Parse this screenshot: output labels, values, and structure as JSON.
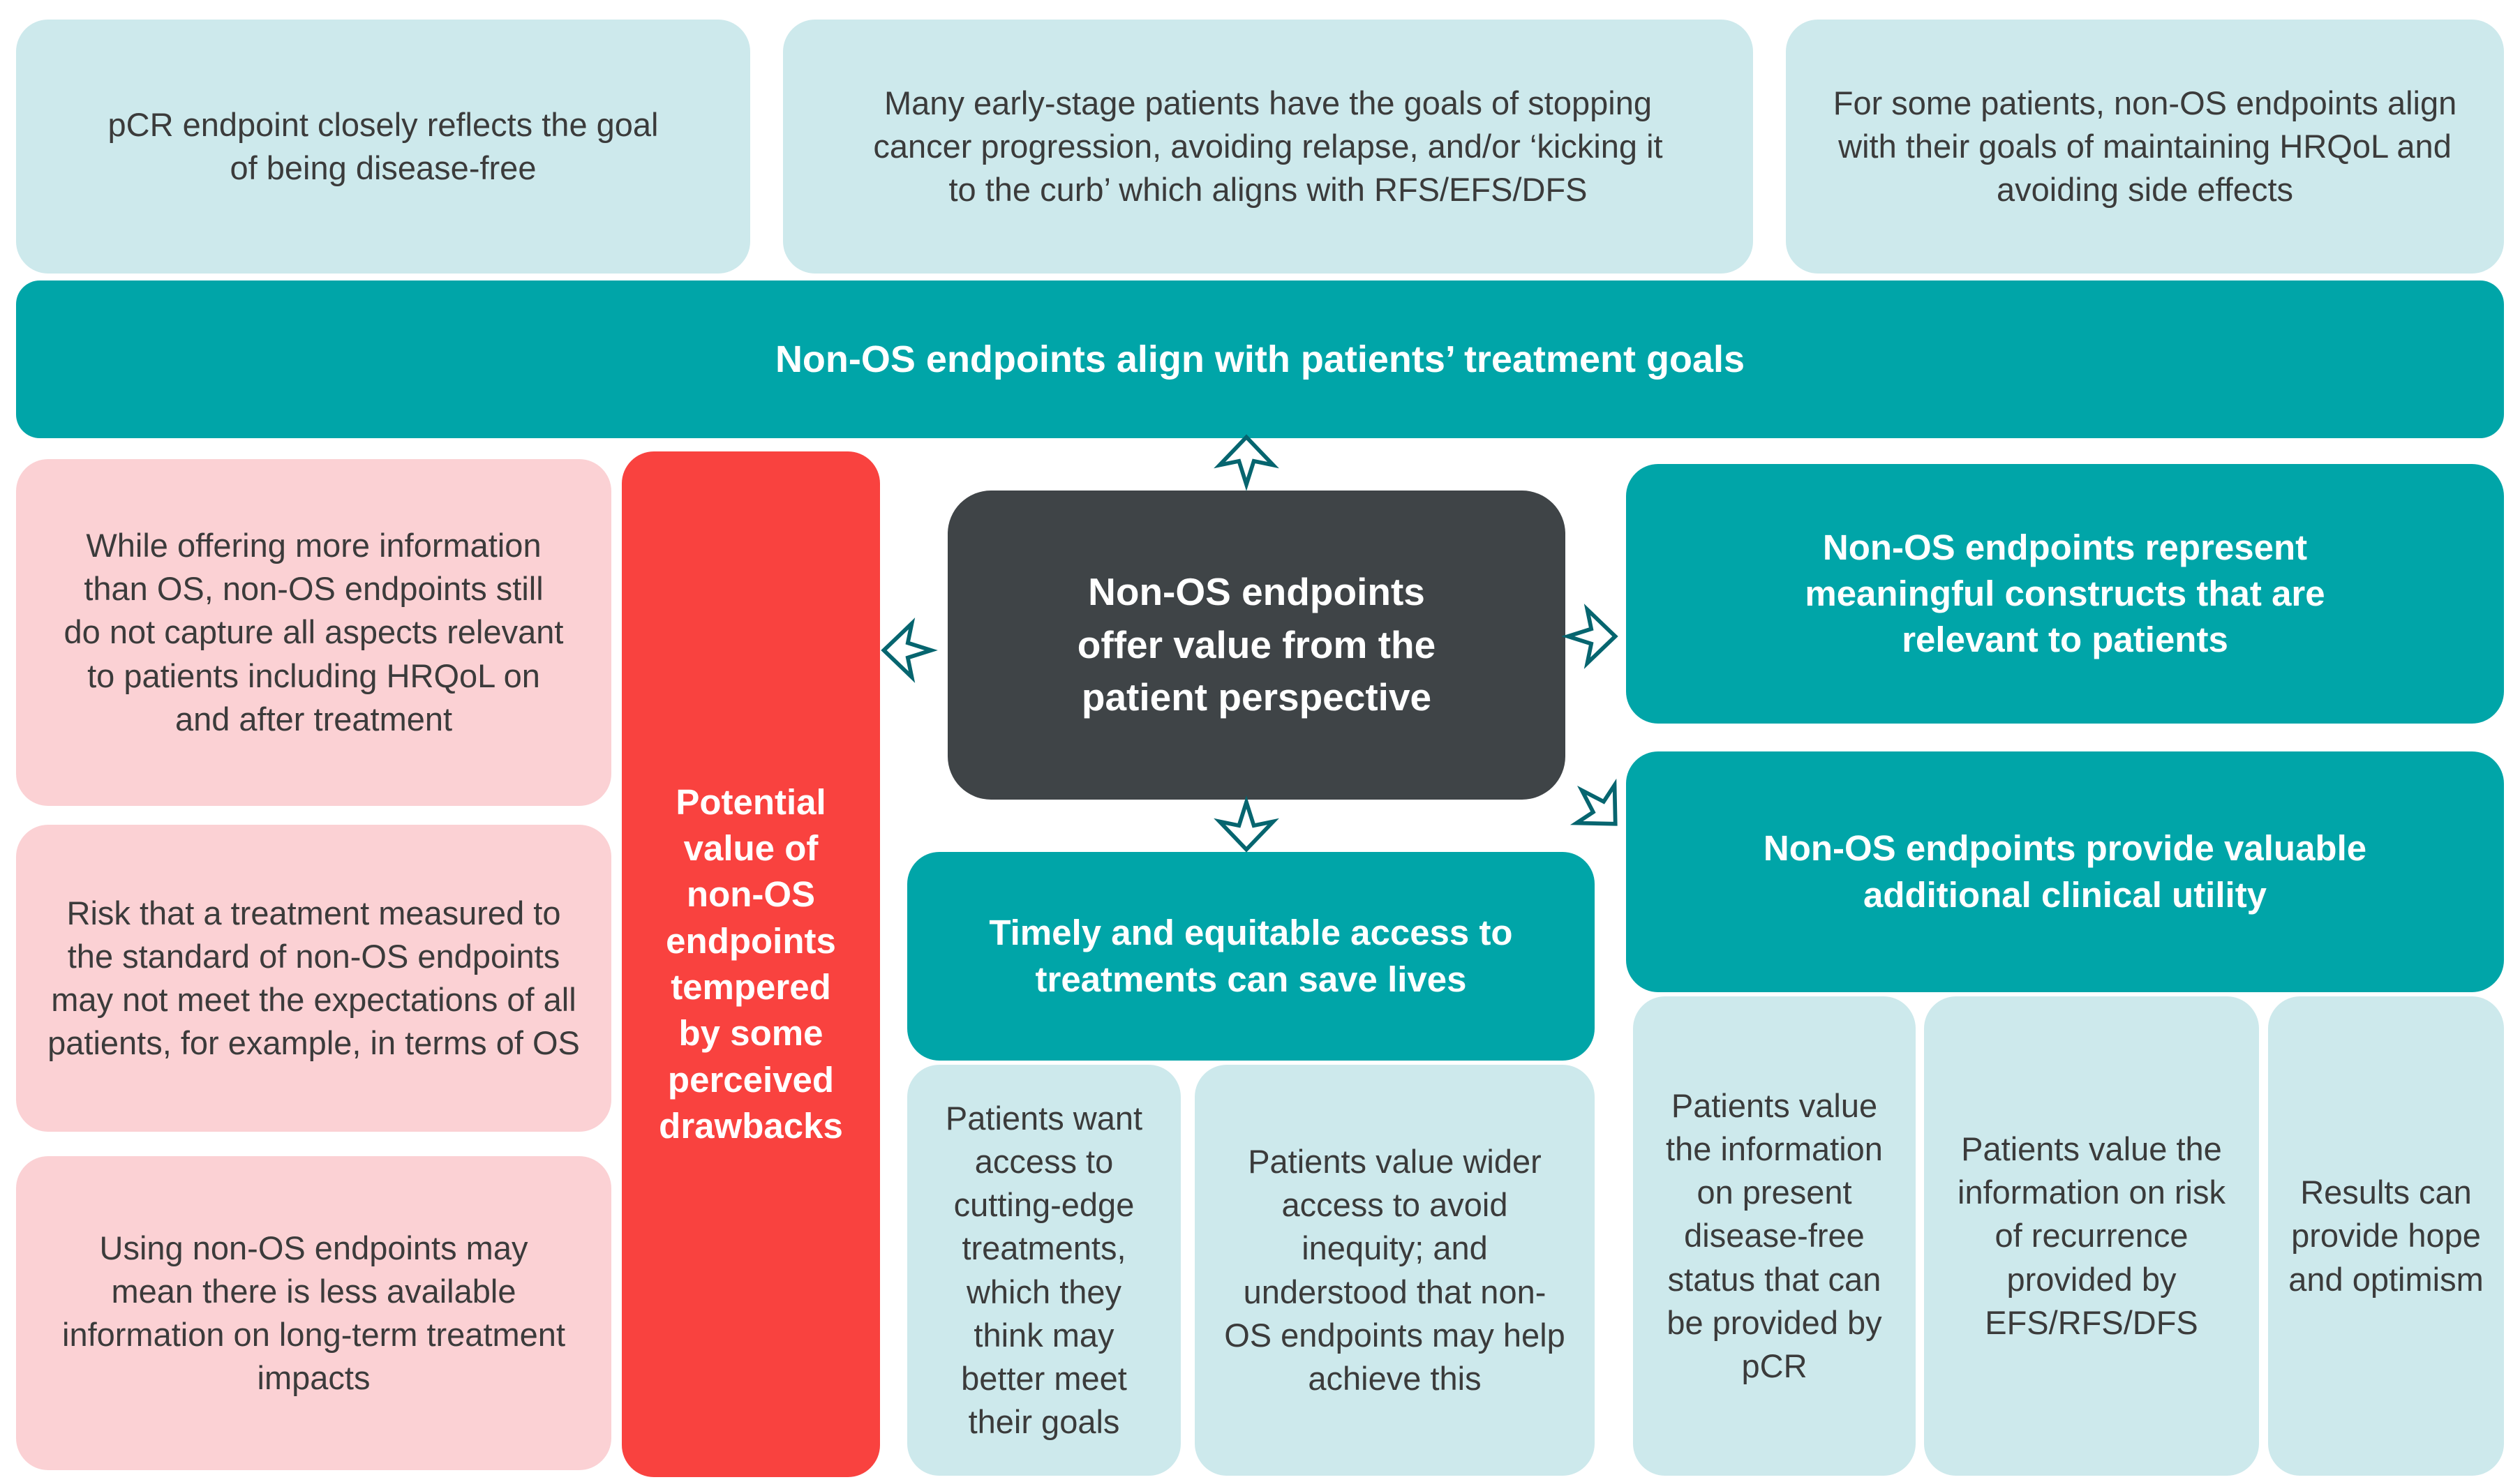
{
  "diagram": {
    "title_hidden": "",
    "top_row": [
      {
        "text": "pCR endpoint closely reflects the goal of being disease-free"
      },
      {
        "text": "Many early-stage patients have the goals of stopping cancer progression, avoiding relapse, and/or ‘kicking it to the curb’ which aligns with RFS/EFS/DFS"
      },
      {
        "text": "For some patients, non-OS endpoints align with their goals of maintaining HRQoL and avoiding side effects"
      }
    ],
    "banner": "Non-OS endpoints align with patients’ treatment goals",
    "center": "Non-OS endpoints offer value from the patient perspective",
    "drawbacks": {
      "label": "Potential value of non-OS endpoints tempered by some perceived drawbacks",
      "items": [
        {
          "text": "While offering more information than OS, non-OS endpoints still do not capture all aspects relevant to patients including HRQoL on and after treatment"
        },
        {
          "text": "Risk that a treatment measured to the standard of non-OS endpoints may not meet the expectations of all patients, for example, in terms of OS"
        },
        {
          "text": "Using non-OS endpoints may mean there is less available information on long-term treatment impacts"
        }
      ]
    },
    "constructs": "Non-OS endpoints represent meaningful constructs that are relevant to patients",
    "clinical_utility": {
      "label": "Non-OS endpoints provide valuable additional clinical utility",
      "items": [
        {
          "text": "Patients value the information on present disease-free status that can be provided by pCR"
        },
        {
          "text": "Patients value the information on risk of recurrence provided by EFS/RFS/DFS"
        },
        {
          "text": "Results can provide hope and optimism"
        }
      ]
    },
    "access": {
      "label": "Timely and equitable access to treatments can save lives",
      "items": [
        {
          "text": "Patients want access to cutting-edge treatments, which they think may better meet their goals"
        },
        {
          "text": "Patients value wider access to avoid inequity; and understood that non-OS endpoints may help achieve this"
        }
      ]
    },
    "icons": [
      "arrow-up-icon",
      "arrow-down-icon",
      "arrow-left-icon",
      "arrow-right-icon",
      "arrow-diagonal-icon"
    ],
    "colors": {
      "teal": "#00a5a8",
      "arrow_teal": "#06656f",
      "light_cyan": "#cde9ec",
      "pink": "#fbd1d4",
      "red": "#f9423f",
      "charcoal": "#3f4447",
      "text": "#3b3b3b"
    }
  }
}
